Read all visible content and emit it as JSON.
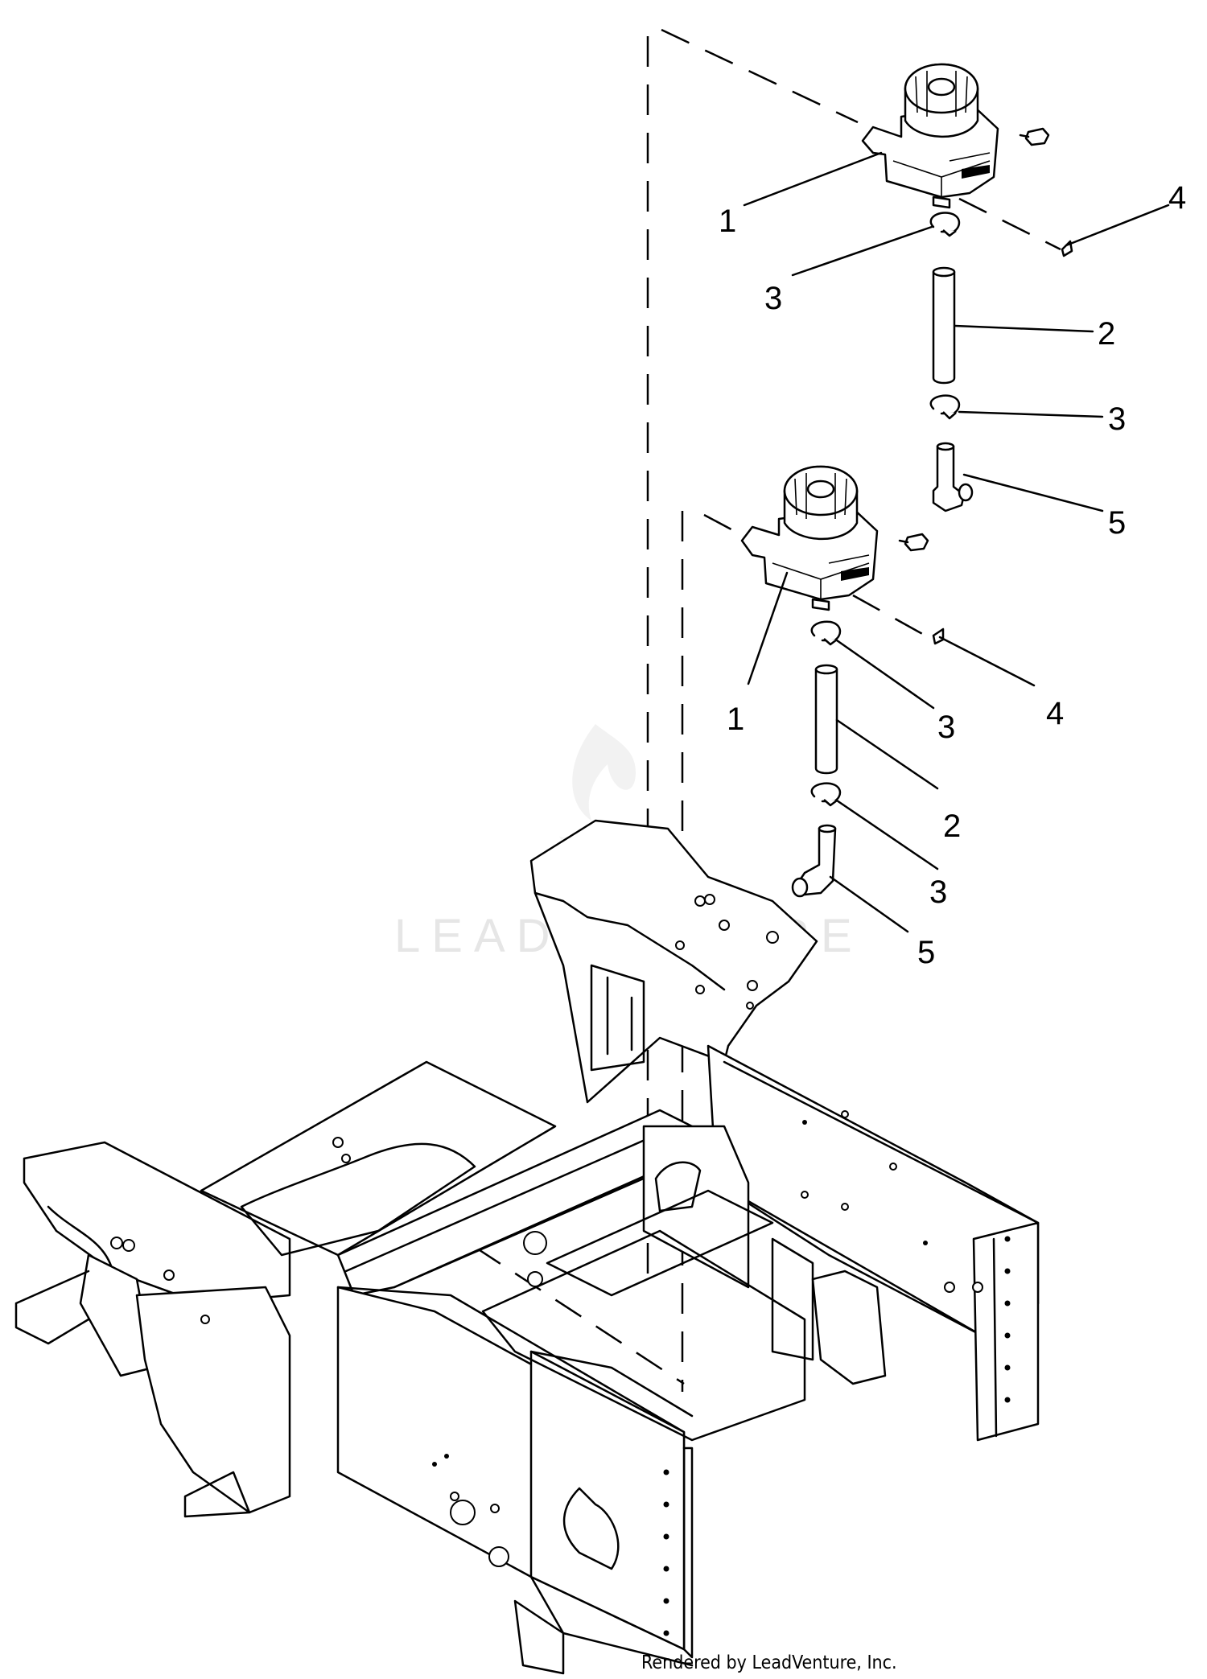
{
  "callouts": [
    {
      "id": "1a",
      "label": "1"
    },
    {
      "id": "1b",
      "label": "1"
    },
    {
      "id": "2a",
      "label": "2"
    },
    {
      "id": "2b",
      "label": "2"
    },
    {
      "id": "3a",
      "label": "3"
    },
    {
      "id": "3b",
      "label": "3"
    },
    {
      "id": "3c",
      "label": "3"
    },
    {
      "id": "3d",
      "label": "3"
    },
    {
      "id": "4a",
      "label": "4"
    },
    {
      "id": "4b",
      "label": "4"
    },
    {
      "id": "5a",
      "label": "5"
    },
    {
      "id": "5b",
      "label": "5"
    }
  ],
  "watermark": "LEADVENTURE",
  "footer": "Rendered by LeadVenture, Inc."
}
